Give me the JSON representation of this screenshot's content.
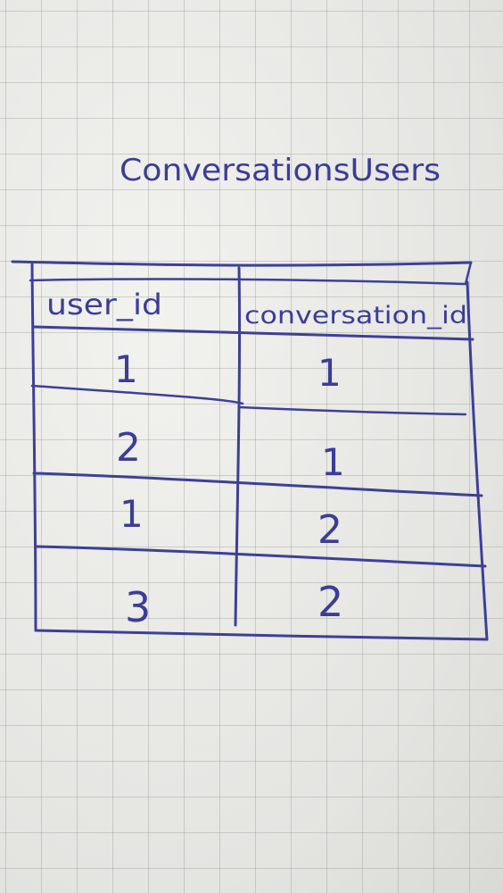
{
  "sheet": {
    "title": "ConversationsUsers",
    "ink_color": "#3d3f9a",
    "paper_color": "#e9e9e6"
  },
  "table": {
    "headers": [
      "user_id",
      "conversation_id"
    ],
    "rows": [
      [
        "1",
        "1"
      ],
      [
        "2",
        "1"
      ],
      [
        "1",
        "2"
      ],
      [
        "3",
        "2"
      ]
    ]
  }
}
